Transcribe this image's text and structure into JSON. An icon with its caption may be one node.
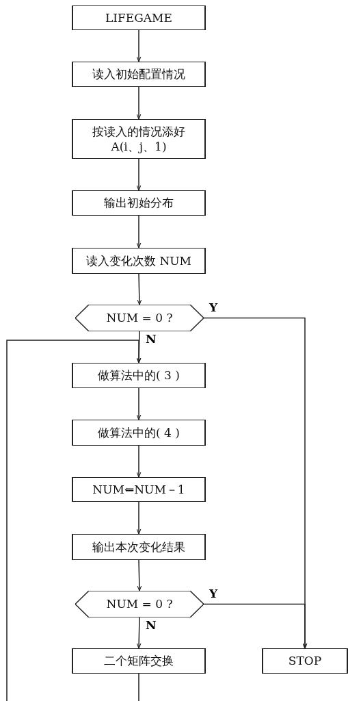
{
  "diagram": {
    "nodes": [
      {
        "text": [
          "LIFEGAME"
        ]
      },
      {
        "text": [
          "读入初始配置情况"
        ]
      },
      {
        "text": [
          "按读入的情况添好 A(i、j、1)"
        ]
      },
      {
        "text": [
          "输出初始分布"
        ]
      },
      {
        "text": [
          "读入变化次数 NUM"
        ]
      },
      {
        "text": [
          "NUM = 0 ?"
        ]
      },
      {
        "text": [
          "做算法中的( 3 )"
        ]
      },
      {
        "text": [
          "做算法中的( 4 )"
        ]
      },
      {
        "text": [
          "NUM⇐NUM－1"
        ]
      },
      {
        "text": [
          "输出本次变化结果"
        ]
      },
      {
        "text": [
          "NUM = 0 ?"
        ]
      },
      {
        "text": [
          "二个矩阵交换"
        ]
      },
      {
        "text": [
          "STOP"
        ]
      }
    ],
    "edges": [
      {
        "from": 0,
        "to": 1,
        "arrow": "to"
      },
      {
        "from": 1,
        "to": 2,
        "arrow": "to"
      },
      {
        "from": 2,
        "to": 3,
        "arrow": "to"
      },
      {
        "from": 3,
        "to": 4,
        "arrow": "to"
      },
      {
        "from": 4,
        "to": 5,
        "arrow": "to"
      },
      {
        "from": 5,
        "to": 6,
        "arrow": "to",
        "label": "N"
      },
      {
        "from": 6,
        "to": 7,
        "arrow": "to"
      },
      {
        "from": 7,
        "to": 8,
        "arrow": "to"
      },
      {
        "from": 8,
        "to": 9,
        "arrow": "to"
      },
      {
        "from": 9,
        "to": 10,
        "arrow": "to"
      },
      {
        "from": 10,
        "to": 11,
        "arrow": "to",
        "label": "N"
      },
      {
        "from": 5,
        "to": 12,
        "arrow": "to",
        "label": "Y"
      },
      {
        "from": 10,
        "to": 12,
        "arrow": "to",
        "label": "Y"
      },
      {
        "from": 11,
        "to": 6,
        "arrow": "to"
      }
    ]
  }
}
